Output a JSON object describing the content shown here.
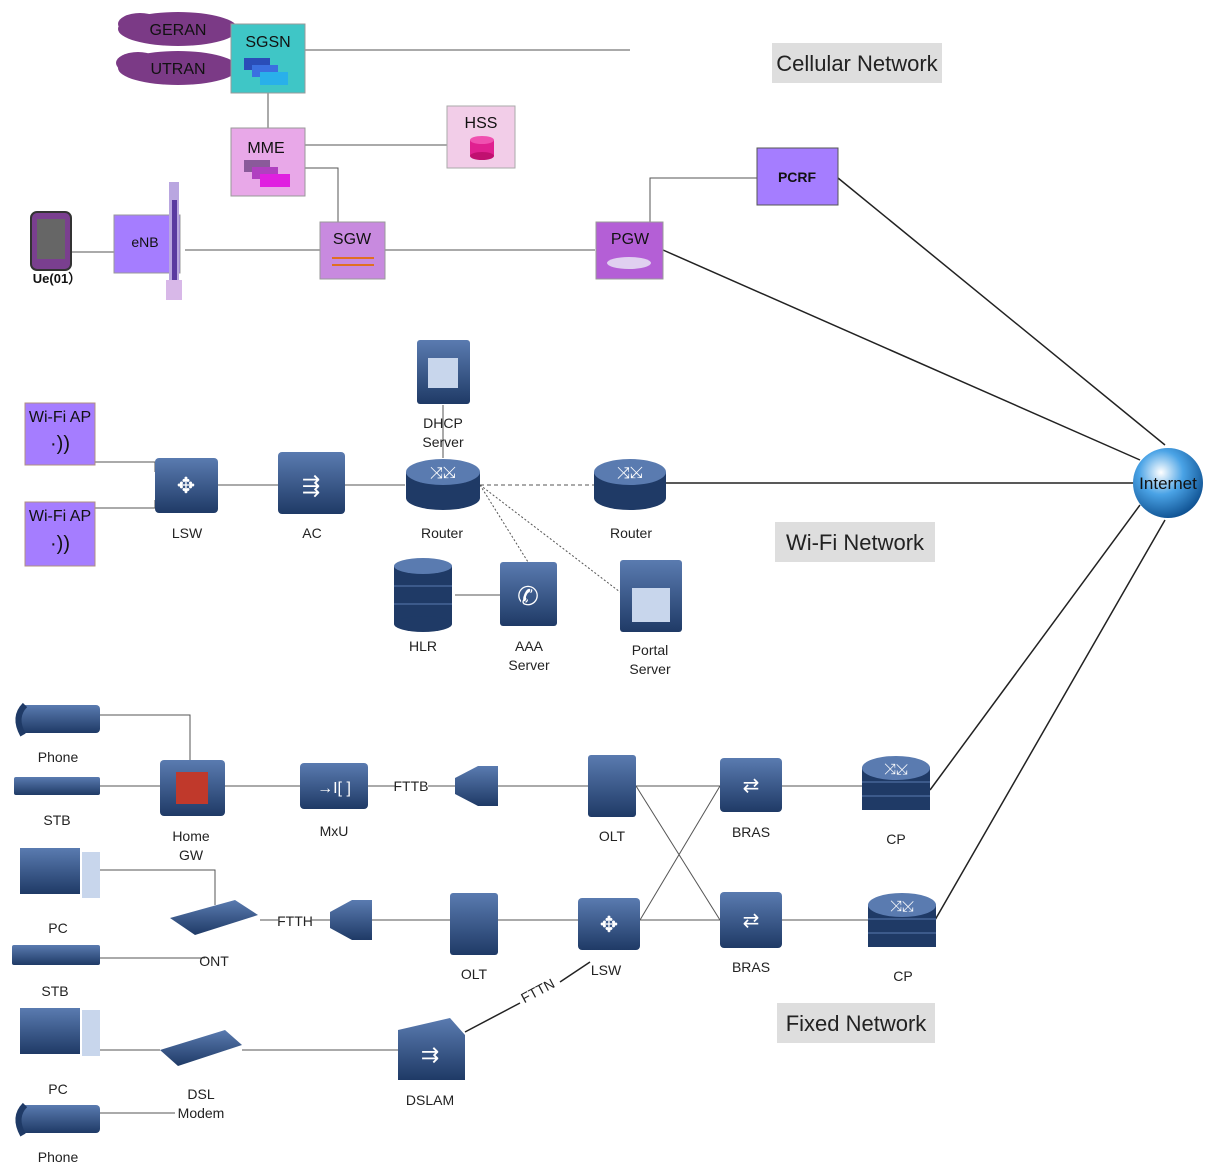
{
  "sections": {
    "cellular": "Cellular Network",
    "wifi": "Wi-Fi Network",
    "fixed": "Fixed Network"
  },
  "cellular": {
    "geran": "GERAN",
    "utran": "UTRAN",
    "sgsn": "SGSN",
    "mme": "MME",
    "hss": "HSS",
    "pcrf": "PCRF",
    "ue": "Ue(01）",
    "enb": "eNB",
    "sgw": "SGW",
    "pgw": "PGW"
  },
  "wifi": {
    "ap1": "Wi-Fi AP",
    "ap2": "Wi-Fi AP",
    "lsw": "LSW",
    "ac": "AC",
    "dhcp_line1": "DHCP",
    "dhcp_line2": "Server",
    "router1": "Router",
    "router2": "Router",
    "hlr": "HLR",
    "aaa_line1": "AAA",
    "aaa_line2": "Server",
    "portal_line1": "Portal",
    "portal_line2": "Server"
  },
  "internet": "Internet",
  "fixed": {
    "phone1": "Phone",
    "stb1": "STB",
    "homegw_line1": "Home",
    "homegw_line2": "GW",
    "mxu": "MxU",
    "fttb": "FTTB",
    "olt1": "OLT",
    "bras1": "BRAS",
    "cp1": "CP",
    "pc1": "PC",
    "ont": "ONT",
    "stb2": "STB",
    "ftth": "FTTH",
    "olt2": "OLT",
    "lsw": "LSW",
    "bras2": "BRAS",
    "cp2": "CP",
    "fttn": "FTTN",
    "pc2": "PC",
    "dsl_line1": "DSL",
    "dsl_line2": "Modem",
    "dslam": "DSLAM",
    "phone2": "Phone"
  },
  "colors": {
    "purple": "#a57dff",
    "pink": "#e8a8e8",
    "teal": "#3fc6c6",
    "cloud": "#7b3a86",
    "device": "#2f4b7c",
    "section_bg": "#dedede"
  }
}
